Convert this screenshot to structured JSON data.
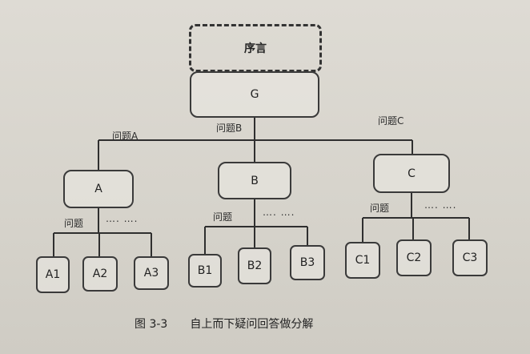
{
  "diagram": {
    "top_node": "序言",
    "root_node": "G",
    "branch_labels": [
      "问题A",
      "问题B",
      "问题C"
    ],
    "child_nodes": [
      "A",
      "B",
      "C"
    ],
    "sub_label": "问题",
    "ellipsis": "…. ….",
    "ellipsis_single": "….",
    "leaf_nodes": {
      "A": [
        "A1",
        "A2",
        "A3"
      ],
      "B": [
        "B1",
        "B2",
        "B3"
      ],
      "C": [
        "C1",
        "C2",
        "C3"
      ]
    }
  },
  "caption": {
    "number": "图 3-3",
    "title": "自上而下疑问回答做分解"
  },
  "colors": {
    "line": "#2f2f2f",
    "text": "#222222"
  }
}
